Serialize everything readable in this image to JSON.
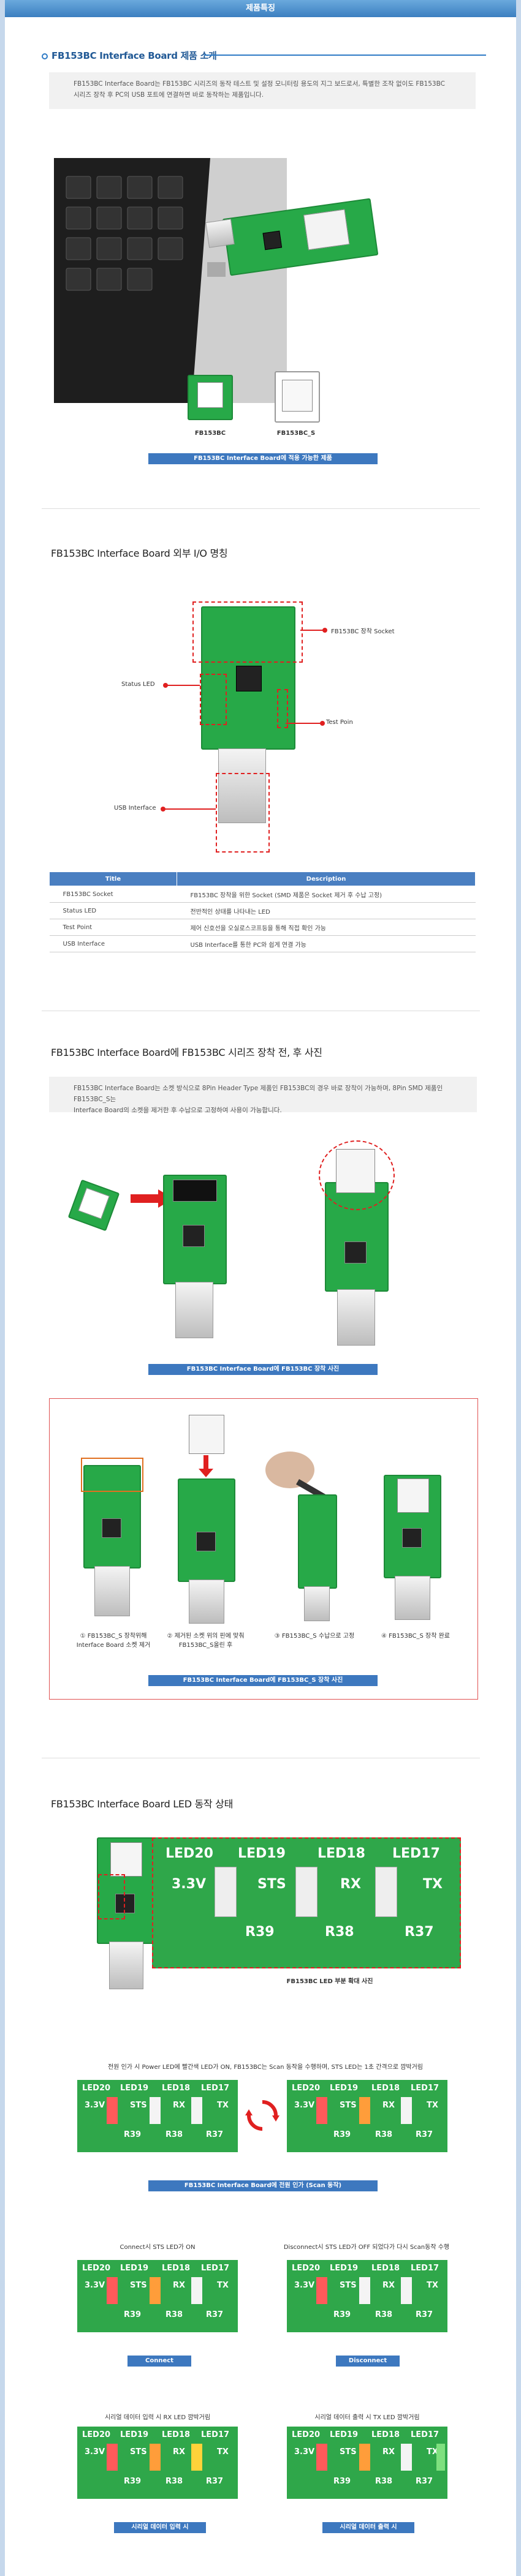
{
  "header": {
    "title": "제품특징"
  },
  "section1": {
    "title": "FB153BC Interface Board 제품 소개",
    "desc_line1": "FB153BC Interface Board는 FB153BC 시리즈의 동작 테스트 및 설정 모니터링 용도의 지그 보드로서, 특별한 조작 없이도 FB153BC",
    "desc_line2": "시리즈 장착 후 PC의 USB 포트에 연결하면 바로 동작하는 제품입니다.",
    "module_a": "FB153BC",
    "module_b": "FB153BC_S",
    "caption": "FB153BC Interface Board에 적용 가능한 제품"
  },
  "section2": {
    "title": "FB153BC Interface Board 외부 I/O 명칭",
    "labels": {
      "socket": "FB153BC 장착 Socket",
      "status_led": "Status LED",
      "test_point": "Test Poin",
      "usb": "USB Interface"
    },
    "table": {
      "headers": [
        "Title",
        "Description"
      ],
      "rows": [
        [
          "FB153BC Socket",
          "FB153BC 장착을 위한 Socket (SMD 제품은 Socket 제거 후 수납 고정)"
        ],
        [
          "Status LED",
          "전반적인 상태를 나타내는 LED"
        ],
        [
          "Test Point",
          "제어 신호선을 오실로스코프등을 통해 직접 확인 가능"
        ],
        [
          "USB Interface",
          "USB Interface를 통한 PC와 쉽게 연결 가능"
        ]
      ]
    }
  },
  "section3": {
    "title": "FB153BC Interface Board에 FB153BC 시리즈 장착 전, 후 사진",
    "desc_line1": "FB153BC Interface Board는 소켓 방식으로 8Pin Header Type 제품인 FB153BC의 경우 바로 장착이 가능하며, 8Pin SMD 제품인 FB153BC_S는",
    "desc_line2": "Interface Board의 소켓을 제거한 후 수납으로 고정하여 사용이 가능합니다.",
    "caption1": "FB153BC Interface Board에 FB153BC 장착 사진",
    "steps": [
      {
        "line1": "① FB153BC_S 장착위해",
        "line2": "Interface Board 소켓 제거"
      },
      {
        "line1": "② 제거된 소켓 위의 핀에 맞춰",
        "line2": "FB153BC_S올린 후"
      },
      {
        "line1": "③ FB153BC_S 수납으로 고정",
        "line2": ""
      },
      {
        "line1": "④ FB153BC_S 장착 완료",
        "line2": ""
      }
    ],
    "caption2": "FB153BC Interface Board에 FB153BC_S 장착 사진"
  },
  "section4": {
    "title": "FB153BC Interface Board LED 동작 상태",
    "led_labels": [
      "LED20",
      "LED19",
      "LED18",
      "LED17"
    ],
    "silk": {
      "v33": "3.3V",
      "sts": "STS",
      "rx": "RX",
      "tx": "TX",
      "r39": "R39",
      "r38": "R38",
      "r37": "R37"
    },
    "zoom_caption": "FB153BC LED 부분 확대 사진",
    "power_text": "전원 인가 시 Power LED에 빨간색 LED가 ON, FB153BC는 Scan 동작을 수행하며, STS LED는 1초 간격으로 깜박거림",
    "power_caption": "FB153BC Interface Board에 전원 인가 (Scan 동작)",
    "connect_text": "Connect시 STS LED가 ON",
    "connect_caption": "Connect",
    "disconnect_text": "Disconnect시 STS LED가 OFF 되었다가 다시 Scan동작 수행",
    "disconnect_caption": "Disconnect",
    "rx_text": "시리얼 데이터 입력 시 RX LED 깜박거림",
    "rx_caption": "시리얼 데이터 입력 시",
    "tx_text": "시리얼 데이터 출력 시 TX LED 깜박거림",
    "tx_caption": "시리얼 데이터 출력 시"
  }
}
